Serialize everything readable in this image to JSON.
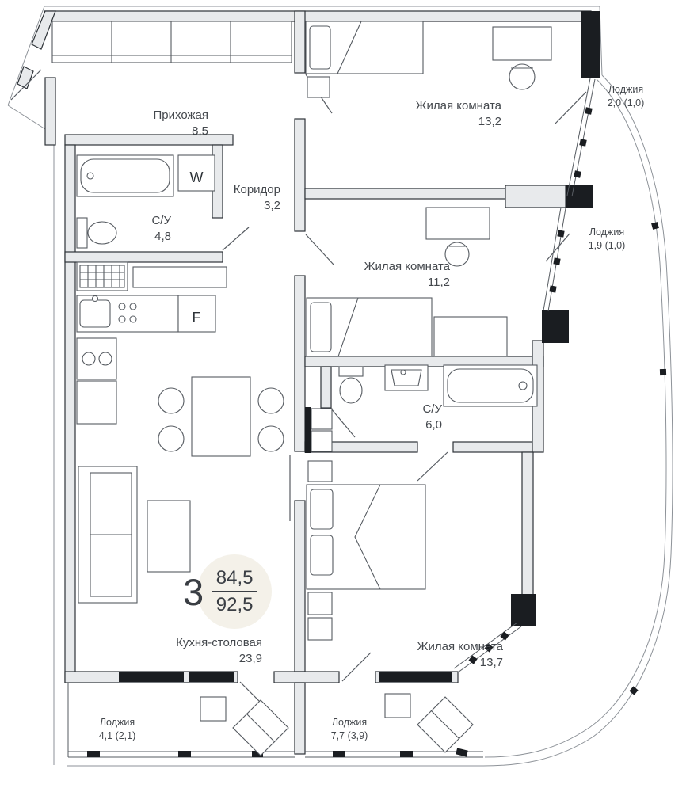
{
  "plan": {
    "badge": {
      "rooms": "3",
      "area_top": "84,5",
      "area_bottom": "92,5"
    },
    "appliances": {
      "washer": "W",
      "fridge": "F"
    },
    "rooms": [
      {
        "name": "Прихожая",
        "area": "8,5"
      },
      {
        "name": "Жилая комната",
        "area": "13,2"
      },
      {
        "name": "Лоджия",
        "area": "2,0 (1,0)"
      },
      {
        "name": "Коридор",
        "area": "3,2"
      },
      {
        "name": "С/У",
        "area": "4,8"
      },
      {
        "name": "Жилая комната",
        "area": "11,2"
      },
      {
        "name": "Лоджия",
        "area": "1,9 (1,0)"
      },
      {
        "name": "С/У",
        "area": "6,0"
      },
      {
        "name": "Кухня-столовая",
        "area": "23,9"
      },
      {
        "name": "Жилая комната",
        "area": "13,7"
      },
      {
        "name": "Лоджия",
        "area": "4,1 (2,1)"
      },
      {
        "name": "Лоджия",
        "area": "7,7 (3,9)"
      }
    ],
    "colors": {
      "wall_fill": "#e8eaec",
      "line": "#2e3338",
      "badge_fill": "#f4f1e9",
      "text": "#44484d"
    }
  }
}
